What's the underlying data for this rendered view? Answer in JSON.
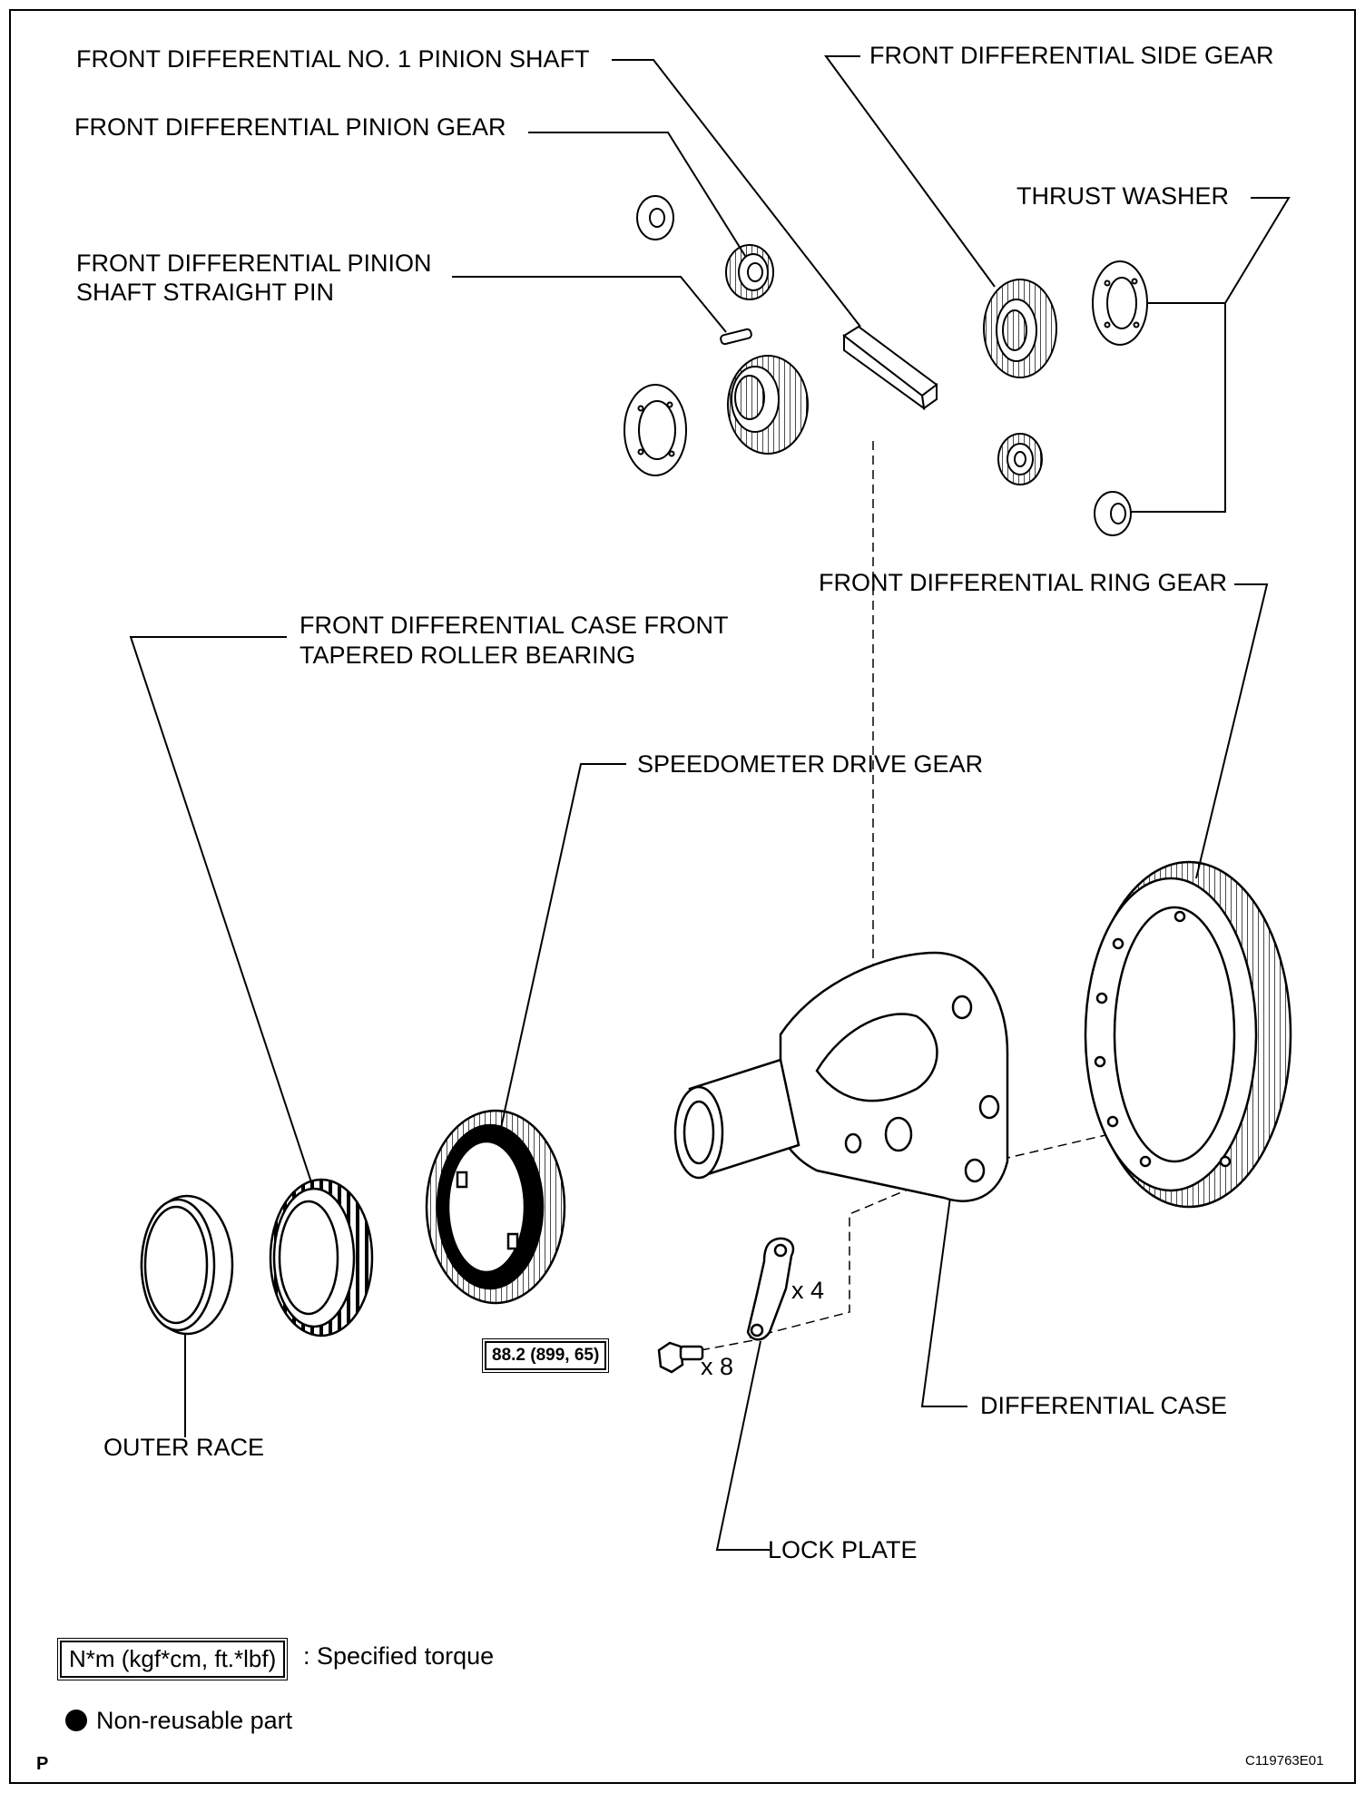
{
  "labels": {
    "pinion_shaft": "FRONT DIFFERENTIAL NO. 1 PINION SHAFT",
    "pinion_gear": "FRONT DIFFERENTIAL PINION GEAR",
    "straight_pin_line1": "FRONT DIFFERENTIAL PINION",
    "straight_pin_line2": "SHAFT STRAIGHT PIN",
    "side_gear": "FRONT DIFFERENTIAL SIDE GEAR",
    "thrust_washer": "THRUST WASHER",
    "ring_gear": "FRONT DIFFERENTIAL RING GEAR",
    "bearing_line1": "FRONT DIFFERENTIAL CASE FRONT",
    "bearing_line2": "TAPERED ROLLER BEARING",
    "speedo_gear": "SPEEDOMETER DRIVE GEAR",
    "x4": "x 4",
    "x8": "x 8",
    "differential_case": "DIFFERENTIAL CASE",
    "outer_race": "OUTER RACE",
    "lock_plate": "LOCK PLATE"
  },
  "torque": {
    "bolt_value": "88.2 (899, 65)"
  },
  "legend": {
    "torque_units": "N*m (kgf*cm, ft.*lbf)",
    "torque_desc": ": Specified torque",
    "nonreusable_desc": "Non-reusable part"
  },
  "footer": {
    "page_letter": "P",
    "figure_code": "C119763E01"
  }
}
